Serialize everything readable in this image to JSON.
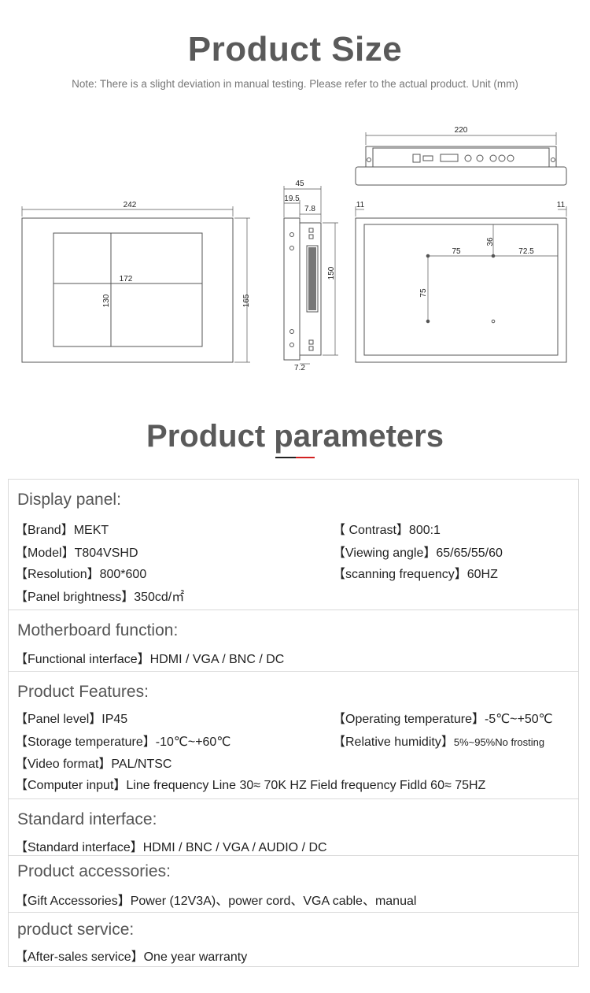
{
  "size_section": {
    "title": "Product Size",
    "note": "Note: There is a slight deviation in manual testing. Please refer to the actual product. Unit (mm)"
  },
  "dimensions": {
    "front_width": "242",
    "front_height": "165",
    "screen_width": "172",
    "screen_height": "130",
    "side_depth": "45",
    "side_offset": "19.5",
    "side_inner": "7.8",
    "side_height": "150",
    "side_bottom": "7.2",
    "top_width": "220",
    "back_margin_left": "11",
    "back_margin_right": "11",
    "vesa_h": "75",
    "vesa_offset_right": "72.5",
    "vesa_offset_top": "36",
    "vesa_v": "75"
  },
  "params_section": {
    "title": "Product parameters",
    "accent_colors": [
      "#222222",
      "#d22222"
    ]
  },
  "sections": {
    "display": {
      "heading": "Display panel:",
      "brand": "【Brand】MEKT",
      "contrast": "【 Contrast】800:1",
      "model": "【Model】T804VSHD",
      "viewing_angle": "【Viewing angle】65/65/55/60",
      "resolution": "【Resolution】800*600",
      "scanning": "【scanning frequency】60HZ",
      "brightness": "【Panel brightness】350cd/㎡"
    },
    "motherboard": {
      "heading": "Motherboard function:",
      "interface": "【Functional interface】HDMI / VGA / BNC / DC"
    },
    "features": {
      "heading": "Product Features:",
      "panel_level": "【Panel level】IP45",
      "operating_temp": "【Operating temperature】-5℃~+50℃",
      "storage_temp": "【Storage temperature】-10℃~+60℃",
      "humidity_label": "【Relative humidity】",
      "humidity_value": "5%~95%No frosting",
      "video_format": "【Video format】PAL/NTSC",
      "computer_input": "【Computer input】Line frequency Line 30≈ 70K HZ Field frequency Fidld 60≈ 75HZ"
    },
    "standard": {
      "heading": "Standard interface:",
      "interface": "【Standard interface】HDMI / BNC / VGA / AUDIO / DC"
    },
    "accessories": {
      "heading": "Product accessories:",
      "gift": "【Gift Accessories】Power (12V3A)、power cord、VGA cable、manual"
    },
    "service": {
      "heading": "product service:",
      "after_sales": "【After-sales service】One year warranty"
    }
  }
}
